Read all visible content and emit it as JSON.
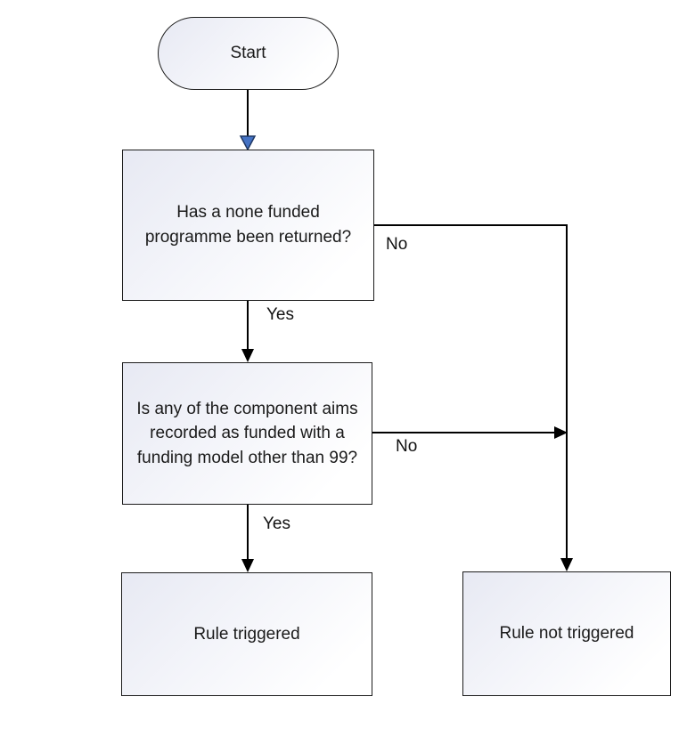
{
  "diagram": {
    "type": "flowchart",
    "background": "#ffffff"
  },
  "colors": {
    "node_border": "#1c1c1c",
    "node_fill_top_left": "#e7e9f3",
    "node_fill_bottom_right": "#ffffff",
    "connector": "#000000",
    "start_arrowhead_fill": "#4472c4",
    "start_arrowhead_stroke": "#1f3864",
    "text": "#1a1a1a"
  },
  "nodes": {
    "start": {
      "label": "Start",
      "shape": "stadium"
    },
    "q1": {
      "label": "Has a none funded\nprogramme been returned?",
      "shape": "rectangle"
    },
    "q2": {
      "label": "Is any of the component aims\nrecorded as funded with a\nfunding model other than 99?",
      "shape": "rectangle"
    },
    "triggered": {
      "label": "Rule triggered",
      "shape": "rectangle"
    },
    "not_triggered": {
      "label": "Rule not triggered",
      "shape": "rectangle"
    }
  },
  "edge_labels": {
    "q1_no": "No",
    "q1_yes": "Yes",
    "q2_no": "No",
    "q2_yes": "Yes"
  },
  "edges": [
    {
      "from": "start",
      "to": "q1",
      "label": ""
    },
    {
      "from": "q1",
      "to": "not_triggered",
      "label": "No"
    },
    {
      "from": "q1",
      "to": "q2",
      "label": "Yes"
    },
    {
      "from": "q2",
      "to": "not_triggered",
      "label": "No"
    },
    {
      "from": "q2",
      "to": "triggered",
      "label": "Yes"
    }
  ]
}
